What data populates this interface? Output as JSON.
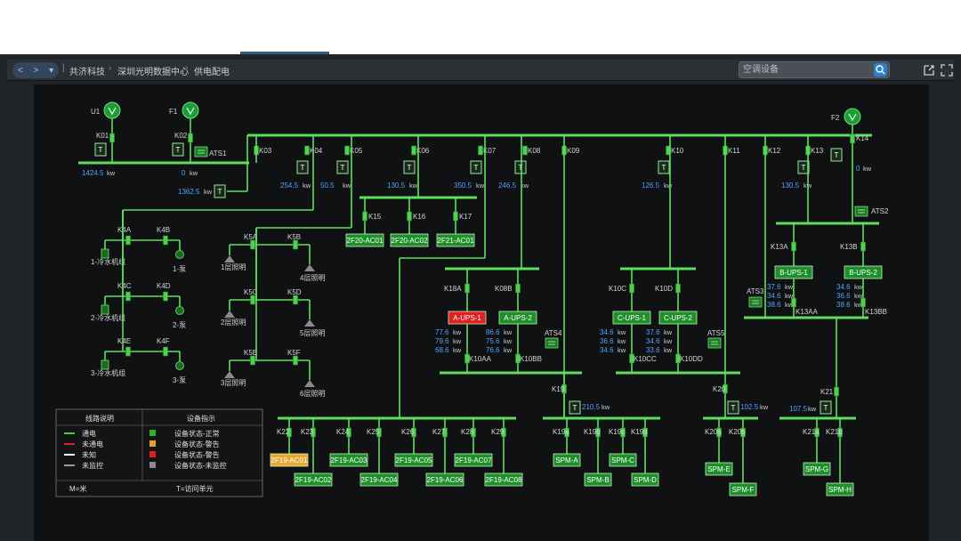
{
  "toolbar": {
    "nav_back": "<",
    "nav_fwd": ">",
    "nav_menu": "▾",
    "breadcrumbs": [
      "共济科技",
      "深圳光明数据中心",
      "供电配电"
    ],
    "search_placeholder": "空调设备",
    "icons": [
      "search-icon",
      "share-icon",
      "expand-icon"
    ]
  },
  "sources": [
    {
      "id": "U1",
      "label": "U1",
      "breaker": "K01",
      "value": "1424.5",
      "unit": "kw"
    },
    {
      "id": "F1",
      "label": "F1",
      "breaker": "K02",
      "value": "0",
      "unit": "kw",
      "ats": "ATS1",
      "value2": "1362.5",
      "unit2": "kw"
    },
    {
      "id": "F2",
      "label": "F2",
      "breaker": "K14",
      "value": "0",
      "unit": "kw",
      "ats": "ATS2"
    }
  ],
  "feeders": [
    {
      "id": "K03",
      "label": "K03"
    },
    {
      "id": "K04",
      "label": "K04",
      "value": "254.5",
      "unit": "kw"
    },
    {
      "id": "K05",
      "label": "K05",
      "value": "50.5",
      "unit": "kw"
    },
    {
      "id": "K06",
      "label": "K06",
      "value": "130.5",
      "unit": "kw"
    },
    {
      "id": "K07",
      "label": "K07",
      "value": "350.5",
      "unit": "kw"
    },
    {
      "id": "K08",
      "label": "K08",
      "value": "246.5",
      "unit": "kw"
    },
    {
      "id": "K09",
      "label": "K09"
    },
    {
      "id": "K10",
      "label": "K10",
      "value": "126.5",
      "unit": "kw"
    },
    {
      "id": "K11",
      "label": "K11"
    },
    {
      "id": "K12",
      "label": "K12"
    },
    {
      "id": "K13",
      "label": "K13",
      "value": "130.5",
      "unit": "kw"
    }
  ],
  "ac_units_top": [
    {
      "breaker": "K15",
      "label": "2F20-AC01"
    },
    {
      "breaker": "K16",
      "label": "2F20-AC02"
    },
    {
      "breaker": "K17",
      "label": "2F21-AC01"
    }
  ],
  "chillers": [
    {
      "k1": "K4A",
      "k2": "K4B",
      "chiller": "1-冷水机组",
      "pump": "1-泵"
    },
    {
      "k1": "K4C",
      "k2": "K4D",
      "chiller": "2-冷水机组",
      "pump": "2-泵"
    },
    {
      "k1": "K4E",
      "k2": "K4F",
      "chiller": "3-冷水机组",
      "pump": "3-泵"
    }
  ],
  "lighting": [
    {
      "k1": "K5A",
      "k2": "K5B",
      "left": "1层照明",
      "right": "4层照明"
    },
    {
      "k1": "K5C",
      "k2": "K5D",
      "left": "2层照明",
      "right": "5层照明"
    },
    {
      "k1": "K5E",
      "k2": "K5F",
      "left": "3层照明",
      "right": "6层照明"
    }
  ],
  "ups": [
    {
      "breaker": "K18A",
      "label": "A-UPS-1",
      "status": "alarm",
      "values": [
        "77.6",
        "79.6",
        "68.6"
      ],
      "unit": "kw"
    },
    {
      "breaker": "K08B",
      "label": "A-UPS-2",
      "status": "normal",
      "values": [
        "86.6",
        "75.6",
        "76.6"
      ],
      "unit": "kw"
    },
    {
      "breaker": "K10C",
      "label": "C-UPS-1",
      "status": "normal",
      "values": [
        "34.6",
        "36.6",
        "34.6"
      ],
      "unit": "kw"
    },
    {
      "breaker": "K10D",
      "label": "C-UPS-2",
      "status": "normal",
      "values": [
        "37.6",
        "34.6",
        "33.6"
      ],
      "unit": "kw"
    },
    {
      "breaker": "K13A",
      "label": "B-UPS-1",
      "status": "normal",
      "values": [
        "37.6",
        "34.6",
        "38.6"
      ],
      "unit": "kw"
    },
    {
      "breaker": "K13B",
      "label": "B-UPS-2",
      "status": "normal",
      "values": [
        "34.6",
        "36.6",
        "38.6"
      ],
      "unit": "kw"
    }
  ],
  "ats_labels": [
    "ATS3",
    "ATS4",
    "ATS5"
  ],
  "ups_out": [
    "K10AA",
    "K10BB",
    "K10CC",
    "K10DD",
    "K13AA",
    "K13BB"
  ],
  "lower_feeders": [
    {
      "label": "K19",
      "value": "210.5",
      "unit": "kw"
    },
    {
      "label": "K20",
      "value": "102.5",
      "unit": "kw"
    },
    {
      "label": "K21",
      "value": "107.5",
      "unit": "kw"
    }
  ],
  "ac_bottom": [
    {
      "breaker": "K22",
      "label": "2F19-AC01",
      "status": "warning"
    },
    {
      "breaker": "K23",
      "label": "2F19-AC02",
      "status": "normal"
    },
    {
      "breaker": "K24",
      "label": "2F19-AC03",
      "status": "normal"
    },
    {
      "breaker": "K25",
      "label": "2F19-AC04",
      "status": "normal"
    },
    {
      "breaker": "K26",
      "label": "2F19-AC05",
      "status": "normal"
    },
    {
      "breaker": "K27",
      "label": "2F19-AC06",
      "status": "normal"
    },
    {
      "breaker": "K28",
      "label": "2F19-AC07",
      "status": "normal"
    },
    {
      "breaker": "K29",
      "label": "2F19-AC08",
      "status": "normal"
    }
  ],
  "spm": [
    {
      "breaker": "K19a",
      "label": "SPM-A"
    },
    {
      "breaker": "K19b",
      "label": "SPM-B"
    },
    {
      "breaker": "K19c",
      "label": "SPM-C"
    },
    {
      "breaker": "K19d",
      "label": "SPM-D"
    },
    {
      "breaker": "K20a",
      "label": "SPM-E"
    },
    {
      "breaker": "K20b",
      "label": "SPM-F"
    },
    {
      "breaker": "K21a",
      "label": "SPM-G"
    },
    {
      "breaker": "K21b",
      "label": "SPM-H"
    }
  ],
  "t_label": "T",
  "legend": {
    "col1_title": "线路说明",
    "col2_title": "设备指示",
    "lines": [
      {
        "label": "通电",
        "color": "#3fd13f"
      },
      {
        "label": "未通电",
        "color": "#e02020"
      },
      {
        "label": "未知",
        "color": "#ffffff"
      },
      {
        "label": "未监控",
        "color": "#9a9a9a"
      }
    ],
    "devices": [
      {
        "label": "设备状态-正常",
        "color": "#2fae2f"
      },
      {
        "label": "设备状态-警告",
        "color": "#e8a020"
      },
      {
        "label": "设备状态-警告",
        "color": "#e02020"
      },
      {
        "label": "设备状态-未监控",
        "color": "#8a8a8a"
      }
    ],
    "foot_left": "M=米",
    "foot_right": "T=访问单元"
  },
  "colors": {
    "line": "#5ee05e",
    "box_normal": "#1f8f2a",
    "box_warning": "#e8a830",
    "box_alarm": "#e02020",
    "value": "#4fa3ff"
  }
}
